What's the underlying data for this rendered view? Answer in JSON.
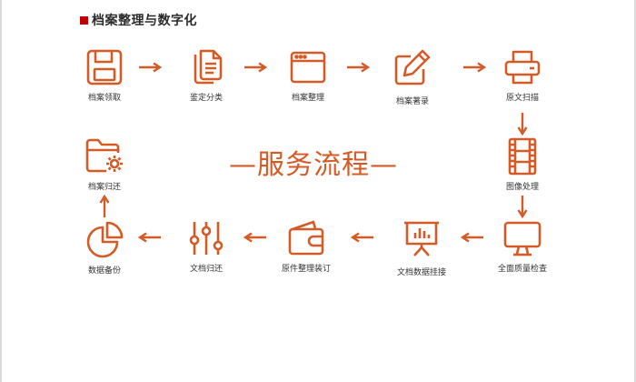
{
  "header": {
    "title": "档案整理与数字化"
  },
  "center_title": "—服务流程—",
  "accent_color": "#d45a26",
  "steps": [
    {
      "label": "档案领取",
      "icon": "floppy-disk-icon"
    },
    {
      "label": "鉴定分类",
      "icon": "documents-icon"
    },
    {
      "label": "档案整理",
      "icon": "browser-window-icon"
    },
    {
      "label": "档案著录",
      "icon": "edit-pencil-icon"
    },
    {
      "label": "原文扫描",
      "icon": "scanner-icon"
    },
    {
      "label": "图像处理",
      "icon": "film-strip-icon"
    },
    {
      "label": "全面质量检查",
      "icon": "monitor-icon"
    },
    {
      "label": "文档数据挂接",
      "icon": "presentation-chart-icon"
    },
    {
      "label": "原件整理装订",
      "icon": "wallet-icon"
    },
    {
      "label": "文档归还",
      "icon": "sliders-icon"
    },
    {
      "label": "数据备份",
      "icon": "pie-chart-icon"
    },
    {
      "label": "档案归还",
      "icon": "folder-gear-icon"
    }
  ]
}
